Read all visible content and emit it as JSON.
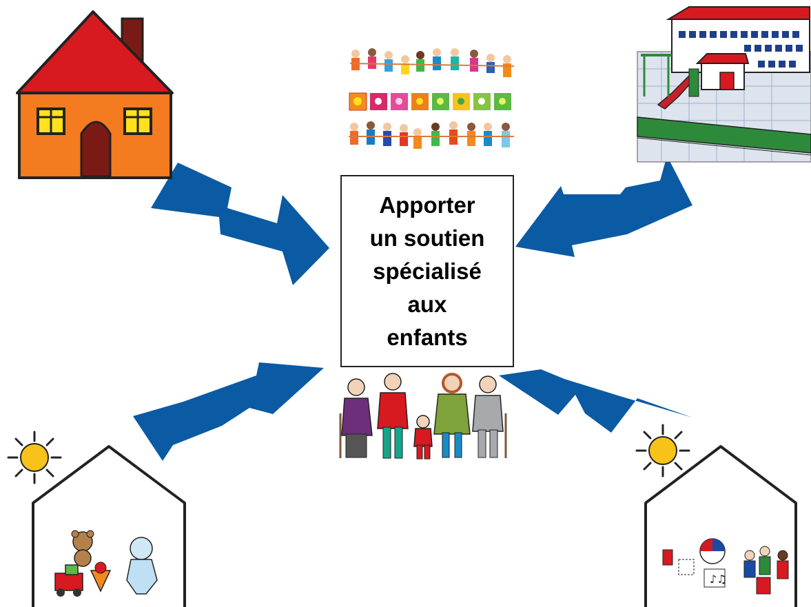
{
  "center": {
    "lines": [
      "Apporter",
      "un soutien",
      "spécialisé",
      "aux",
      "enfants"
    ]
  },
  "nodes": [
    {
      "name": "family-house",
      "icon": "house-icon"
    },
    {
      "name": "school",
      "icon": "school-icon"
    },
    {
      "name": "daycare-nursery",
      "icon": "nursery-house-icon"
    },
    {
      "name": "play-house",
      "icon": "play-house-icon"
    },
    {
      "name": "children-group",
      "icon": "children-collage-icon"
    },
    {
      "name": "family-group",
      "icon": "family-icon"
    }
  ],
  "colors": {
    "arrow": "#0b5aa4",
    "roof": "#d71920",
    "house_wall": "#f47b20",
    "door": "#7a1a14",
    "sun": "#f7c31a",
    "outline": "#222222"
  }
}
